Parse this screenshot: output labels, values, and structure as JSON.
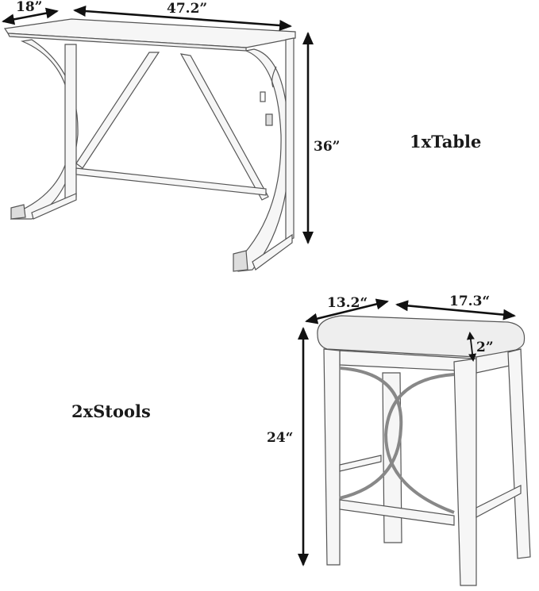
{
  "table": {
    "title": "1xTable",
    "dimensions": {
      "depth": "18”",
      "width": "47.2”",
      "height": "36”"
    }
  },
  "stools": {
    "title": "2xStools",
    "dimensions": {
      "depth": "13.2“",
      "width": "17.3“",
      "cushion": "2”",
      "height": "24“"
    }
  },
  "colors": {
    "line": "#1a1a1a",
    "sketch": "#555555",
    "fill": "#f4f4f4"
  }
}
